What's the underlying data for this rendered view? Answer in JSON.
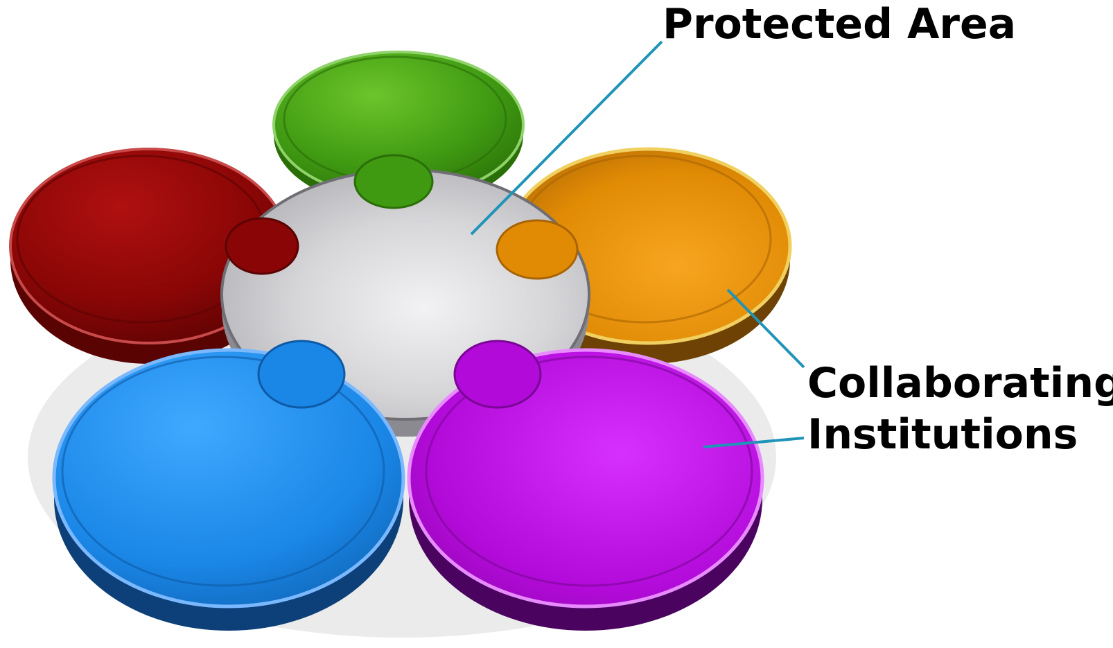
{
  "labels": {
    "protected_area": "Protected Area",
    "collaborating_line1": "Collaborating",
    "collaborating_line2": "Institutions"
  },
  "colors": {
    "green": "#3f9a12",
    "red": "#8a0606",
    "orange": "#e18b05",
    "blue": "#1a86e6",
    "purple": "#b20ad8",
    "center": "#d8d8da",
    "leader_line": "#1f94b8"
  }
}
